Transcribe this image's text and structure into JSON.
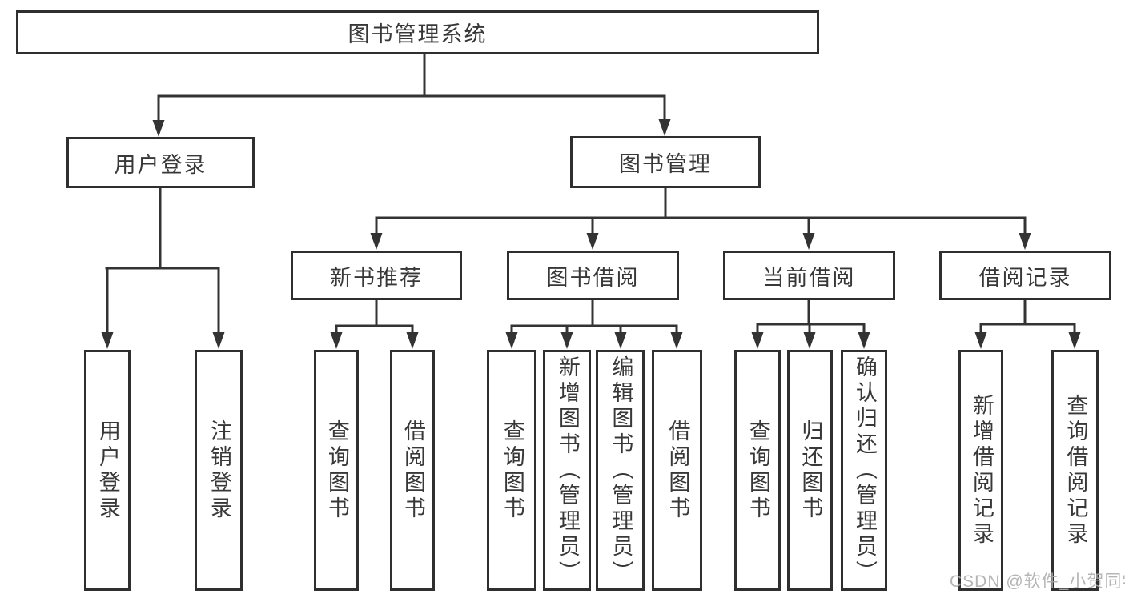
{
  "colors": {
    "line": "#333333",
    "border": "#2f2f2f",
    "text": "#383838",
    "watermark": "#adadad",
    "background": "#ffffff"
  },
  "watermark": {
    "text": "CSDN @软件_小贺同学"
  },
  "diagram": {
    "type": "hierarchy-tree",
    "root": {
      "label": "图书管理系统",
      "children": [
        {
          "label": "用户登录",
          "children": [
            {
              "label": "用户登录"
            },
            {
              "label": "注销登录"
            }
          ]
        },
        {
          "label": "图书管理",
          "children": [
            {
              "label": "新书推荐",
              "children": [
                {
                  "label": "查询图书"
                },
                {
                  "label": "借阅图书"
                }
              ]
            },
            {
              "label": "图书借阅",
              "children": [
                {
                  "label": "查询图书"
                },
                {
                  "label": "新增图书（管理员）"
                },
                {
                  "label": "编辑图书（管理员）"
                },
                {
                  "label": "借阅图书"
                }
              ]
            },
            {
              "label": "当前借阅",
              "children": [
                {
                  "label": "查询图书"
                },
                {
                  "label": "归还图书"
                },
                {
                  "label": "确认归还（管理员）"
                }
              ]
            },
            {
              "label": "借阅记录",
              "children": [
                {
                  "label": "新增借阅记录"
                },
                {
                  "label": "查询借阅记录"
                }
              ]
            }
          ]
        }
      ]
    }
  }
}
